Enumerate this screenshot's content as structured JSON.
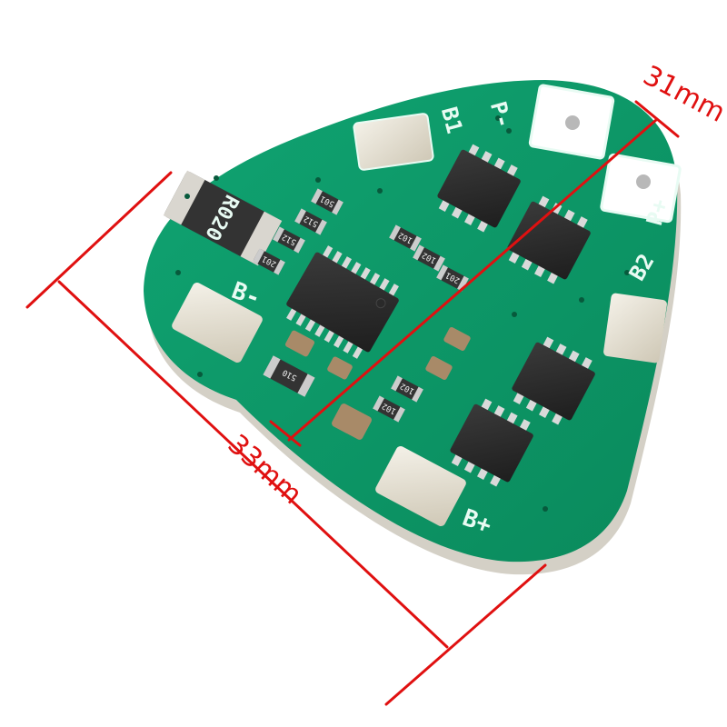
{
  "image": {
    "subject": "3S lithium battery protection PCB (triangular)",
    "background_color": "#ffffff",
    "pcb_color": "#0f9a6a",
    "pcb_edge_color": "#d8d5cc",
    "silkscreen_color": "#e8fbf3",
    "dimension_line_color": "#e01010"
  },
  "dimensions": {
    "width_label": "31mm",
    "length_label": "33mm"
  },
  "silkscreen": {
    "b_minus": "B-",
    "b_plus": "B+",
    "b1": "B1",
    "b2": "B2",
    "p_minus": "P-",
    "p_plus": "P+"
  },
  "components": {
    "shunt_resistor": "R020",
    "resistors": [
      "501",
      "512",
      "512",
      "201",
      "102",
      "102",
      "201",
      "510",
      "102",
      "102"
    ],
    "ic_main": "TSSOP-16 controller",
    "mosfets": 4
  }
}
